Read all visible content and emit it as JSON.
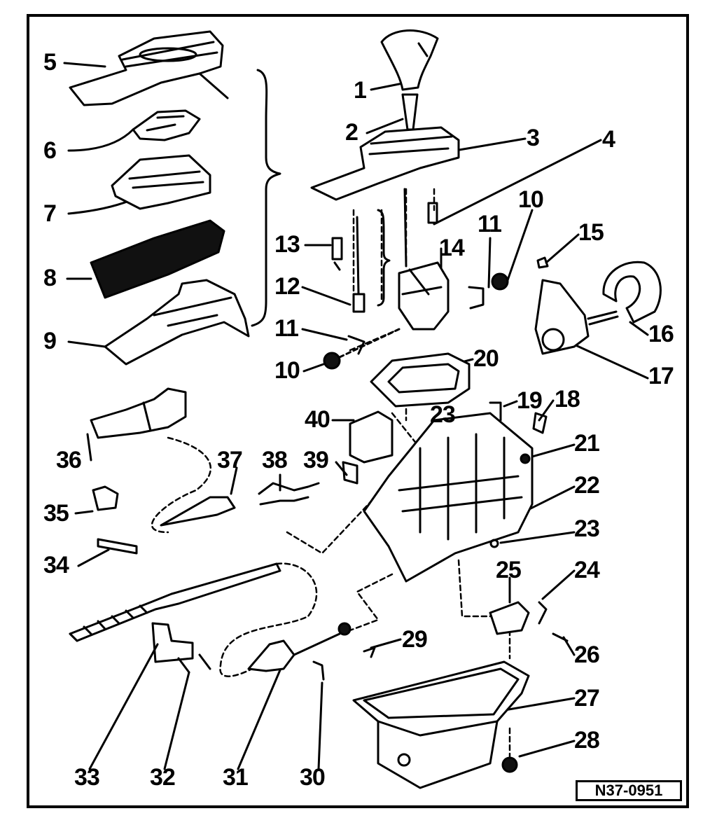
{
  "diagram": {
    "reference_code": "N37-0951",
    "callouts": [
      {
        "id": "callout-5",
        "text": "5"
      },
      {
        "id": "callout-1",
        "text": "1"
      },
      {
        "id": "callout-2",
        "text": "2"
      },
      {
        "id": "callout-3",
        "text": "3"
      },
      {
        "id": "callout-4",
        "text": "4"
      },
      {
        "id": "callout-6",
        "text": "6"
      },
      {
        "id": "callout-7",
        "text": "7"
      },
      {
        "id": "callout-8",
        "text": "8"
      },
      {
        "id": "callout-9",
        "text": "9"
      },
      {
        "id": "callout-13",
        "text": "13"
      },
      {
        "id": "callout-12",
        "text": "12"
      },
      {
        "id": "callout-11a",
        "text": "11"
      },
      {
        "id": "callout-10a",
        "text": "10"
      },
      {
        "id": "callout-14",
        "text": "14"
      },
      {
        "id": "callout-11b",
        "text": "11"
      },
      {
        "id": "callout-10b",
        "text": "10"
      },
      {
        "id": "callout-15",
        "text": "15"
      },
      {
        "id": "callout-16",
        "text": "16"
      },
      {
        "id": "callout-17",
        "text": "17"
      },
      {
        "id": "callout-20",
        "text": "20"
      },
      {
        "id": "callout-19",
        "text": "19"
      },
      {
        "id": "callout-18",
        "text": "18"
      },
      {
        "id": "callout-40",
        "text": "40"
      },
      {
        "id": "callout-23a",
        "text": "23"
      },
      {
        "id": "callout-21",
        "text": "21"
      },
      {
        "id": "callout-36",
        "text": "36"
      },
      {
        "id": "callout-37",
        "text": "37"
      },
      {
        "id": "callout-38",
        "text": "38"
      },
      {
        "id": "callout-39",
        "text": "39"
      },
      {
        "id": "callout-22",
        "text": "22"
      },
      {
        "id": "callout-35",
        "text": "35"
      },
      {
        "id": "callout-23b",
        "text": "23"
      },
      {
        "id": "callout-34",
        "text": "34"
      },
      {
        "id": "callout-25",
        "text": "25"
      },
      {
        "id": "callout-24",
        "text": "24"
      },
      {
        "id": "callout-29",
        "text": "29"
      },
      {
        "id": "callout-26",
        "text": "26"
      },
      {
        "id": "callout-27",
        "text": "27"
      },
      {
        "id": "callout-28",
        "text": "28"
      },
      {
        "id": "callout-33",
        "text": "33"
      },
      {
        "id": "callout-32",
        "text": "32"
      },
      {
        "id": "callout-31",
        "text": "31"
      },
      {
        "id": "callout-30",
        "text": "30"
      }
    ]
  }
}
